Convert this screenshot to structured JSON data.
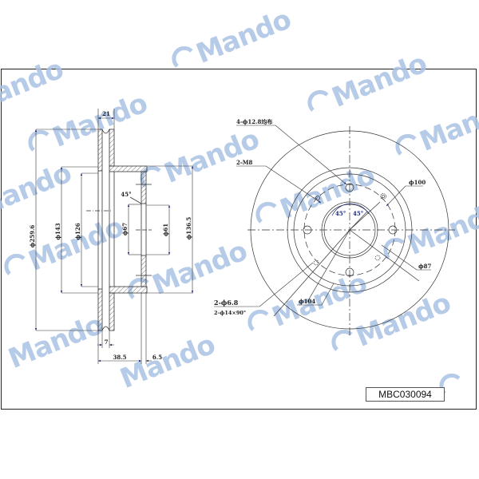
{
  "drawing": {
    "part_number": "MBC030094",
    "brand_watermark": "Mando",
    "side_view": {
      "dims": {
        "outer_diameter": "ϕ259.6",
        "d143": "ϕ143",
        "d126": "ϕ126",
        "d67": "ϕ67",
        "d61": "ϕ61",
        "d136_5": "ϕ136.5",
        "total_thickness": "21",
        "vent_gap": "7",
        "hat_height": "38.5",
        "hat_offset": "6.5",
        "chamfer_angle": "45°"
      }
    },
    "front_view": {
      "callouts": {
        "bolt_holes": "4-ϕ12.8均布",
        "threaded_holes": "2-M8",
        "pcd_100": "ϕ100",
        "d87": "ϕ87",
        "d104": "ϕ104",
        "pin_holes": "2-ϕ6.8",
        "pin_chamfer": "2-ϕ14×90°",
        "angle_left": "45°",
        "angle_right": "45°"
      }
    },
    "colors": {
      "line": "#333333",
      "watermark": "#a9c2e3",
      "dim_blue": "#1b2a7a"
    }
  }
}
